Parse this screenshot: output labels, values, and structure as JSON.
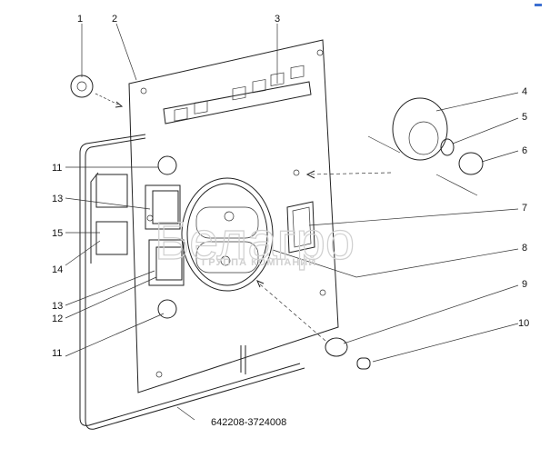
{
  "diagram": {
    "part_number": "642208-3724008",
    "callouts": [
      "1",
      "2",
      "3",
      "4",
      "5",
      "6",
      "7",
      "8",
      "9",
      "10",
      "11",
      "13",
      "15",
      "14",
      "13",
      "12",
      "11"
    ],
    "watermark": {
      "name": "Белагро",
      "subtitle": "ГРУППА КОМПАНИЙ"
    },
    "colors": {
      "line": "#222222",
      "watermark": "#cfcfcf",
      "corner_mark": "#3b6fd1"
    }
  }
}
